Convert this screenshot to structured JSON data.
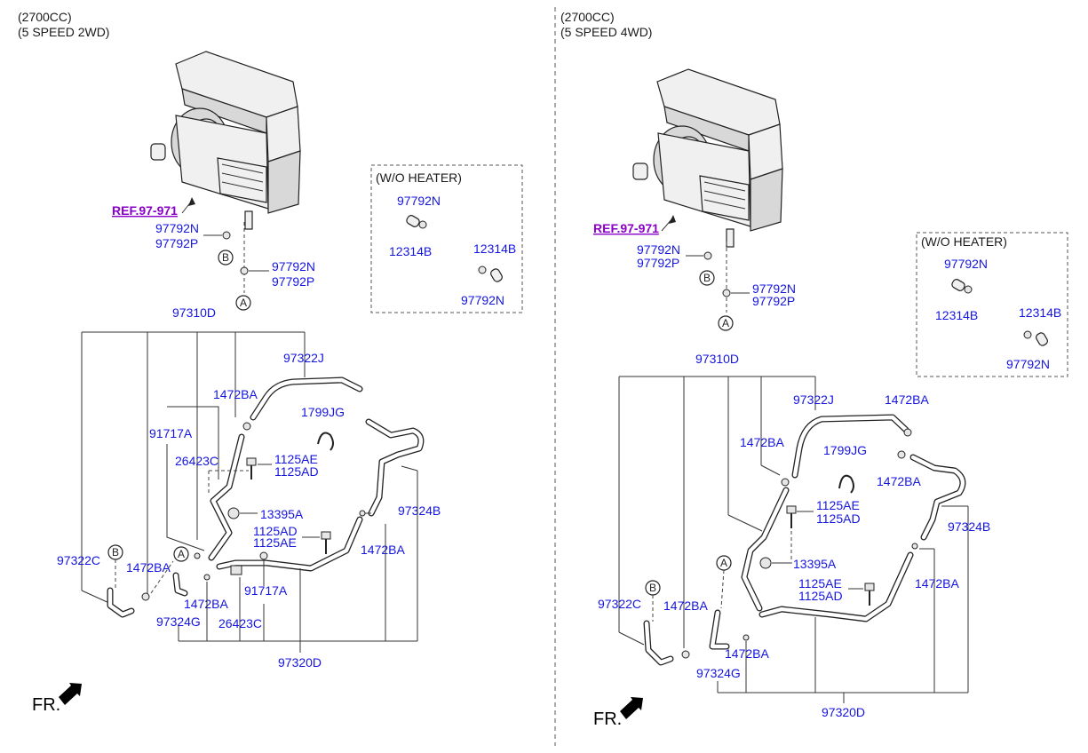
{
  "left": {
    "variant_cc": "(2700CC)",
    "variant_trans": "(5 SPEED 2WD)",
    "ref": "REF.97-971",
    "inset_title": "(W/O HEATER)",
    "fr": "FR.",
    "labels": [
      "97792N",
      "97792P",
      "97792N",
      "97792P",
      "97310D",
      "97322J",
      "1472BA",
      "1799JG",
      "91717A",
      "26423C",
      "1125AE",
      "1125AD",
      "13395A",
      "97324B",
      "1125AD",
      "1125AE",
      "1472BA",
      "97322C",
      "1472BA",
      "1472BA",
      "97324G",
      "26423C",
      "91717A",
      "97320D"
    ],
    "inset_labels": [
      "97792N",
      "12314B",
      "12314B",
      "97792N"
    ],
    "markers": [
      "B",
      "A",
      "B",
      "A"
    ]
  },
  "right": {
    "variant_cc": "(2700CC)",
    "variant_trans": "(5 SPEED 4WD)",
    "ref": "REF.97-971",
    "inset_title": "(W/O HEATER)",
    "fr": "FR.",
    "labels": [
      "97792N",
      "97792P",
      "97792N",
      "97792P",
      "97310D",
      "97322J",
      "1472BA",
      "1472BA",
      "1799JG",
      "1472BA",
      "1125AE",
      "1125AD",
      "97324B",
      "13395A",
      "1472BA",
      "97322C",
      "1125AE",
      "1125AD",
      "1472BA",
      "1472BA",
      "97324G",
      "97320D"
    ],
    "inset_labels": [
      "97792N",
      "12314B",
      "12314B",
      "97792N"
    ],
    "markers": [
      "B",
      "A",
      "B",
      "A"
    ]
  }
}
